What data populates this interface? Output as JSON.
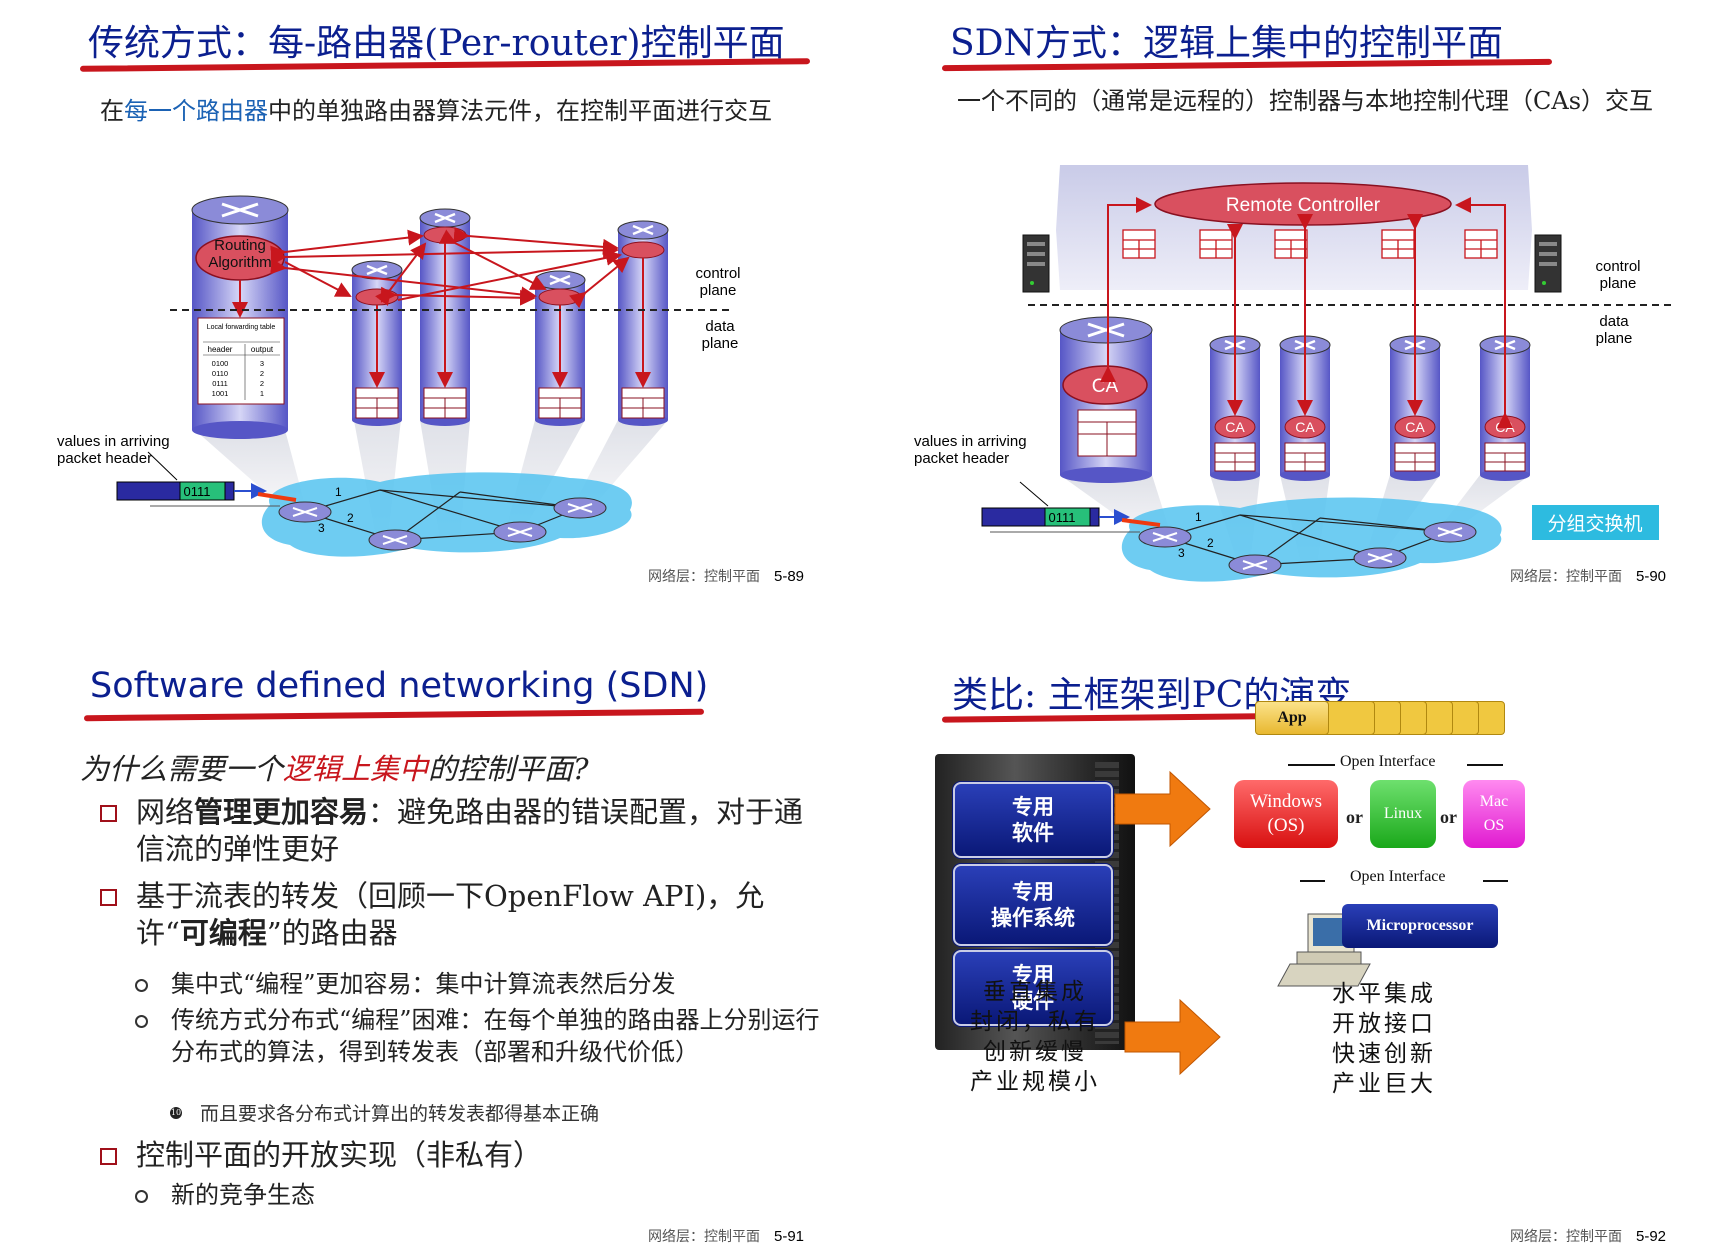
{
  "slides": {
    "s1": {
      "title": "传统方式：每-路由器(Per-router)控制平面",
      "subtitle_pre": "在",
      "subtitle_hl": "每一个路由器",
      "subtitle_post": "中的单独路由器算法元件，在控制平面进行交互",
      "routing_algorithm": "Routing Algorithm",
      "control_plane": "control plane",
      "data_plane": "data plane",
      "values_label": "values in arriving packet header",
      "packet_bits": "0111",
      "table_title": "Local forwarding table",
      "table_headers": [
        "header",
        "output"
      ],
      "table_rows": [
        [
          "0100",
          "3"
        ],
        [
          "0110",
          "2"
        ],
        [
          "0111",
          "2"
        ],
        [
          "1001",
          "1"
        ]
      ],
      "ports": [
        "1",
        "2",
        "3"
      ],
      "page_label": "网络层：控制平面",
      "page_num": "5-89"
    },
    "s2": {
      "title": "SDN方式：逻辑上集中的控制平面",
      "subtitle": "一个不同的（通常是远程的）控制器与本地控制代理（CAs）交互",
      "remote_controller": "Remote Controller",
      "ca_label": "CA",
      "control_plane": "control plane",
      "data_plane": "data plane",
      "values_label": "values in arriving packet header",
      "packet_bits": "0111",
      "switch_badge": "分组交换机",
      "ports": [
        "1",
        "2",
        "3"
      ],
      "page_label": "网络层：控制平面",
      "page_num": "5-90"
    },
    "s3": {
      "title": "Software defined networking (SDN)",
      "why_pre": "为什么需要一个",
      "why_red": "逻辑上集中",
      "why_post": "的控制平面?",
      "b1_pre": "网络",
      "b1_bold": "管理更加容易",
      "b1_post": "：避免路由器的错误配置，对于通信流的弹性更好",
      "b2_pre": "基于流表的转发（回顾一下OpenFlow API)，允许“",
      "b2_bold": "可编程",
      "b2_post": "”的路由器",
      "b2_sub1": "集中式“编程”更加容易：集中计算流表然后分发",
      "b2_sub2": "传统方式分布式“编程”困难：在每个单独的路由器上分别运行分布式的算法，得到转发表（部署和升级代价低）",
      "b2_subsub": "而且要求各分布式计算出的转发表都得基本正确",
      "b2_subsub_num": "10",
      "b3": "控制平面的开放实现（非私有）",
      "b3_sub1": "新的竞争生态",
      "page_label": "网络层：控制平面",
      "page_num": "5-91"
    },
    "s4": {
      "title": "类比: 主框架到PC的演变",
      "mainframe_boxes": [
        "专用\n软件",
        "专用\n操作系统",
        "专用\n硬件"
      ],
      "left_props": [
        "垂直集成",
        "封闭，私有",
        "创新缓慢",
        "产业规模小"
      ],
      "app": "App",
      "open_interface": "Open Interface",
      "windows": "Windows\n(OS)",
      "linux": "Linux",
      "mac": "Mac\nOS",
      "or": "or",
      "microprocessor": "Microprocessor",
      "right_props": [
        "水平集成",
        "开放接口",
        "快速创新",
        "产业巨大"
      ],
      "page_label": "网络层：控制平面",
      "page_num": "5-92"
    }
  },
  "colors": {
    "title_blue": "#0b1f8f",
    "underline_red": "#c8161d",
    "link_blue": "#1b62b4",
    "router_purple": "#8b8bd8",
    "cloud_blue": "#55c3f0",
    "ca_red": "#d9505f",
    "mainframe_blue": "#0a1877",
    "switch_badge_blue": "#2dbbe0"
  }
}
